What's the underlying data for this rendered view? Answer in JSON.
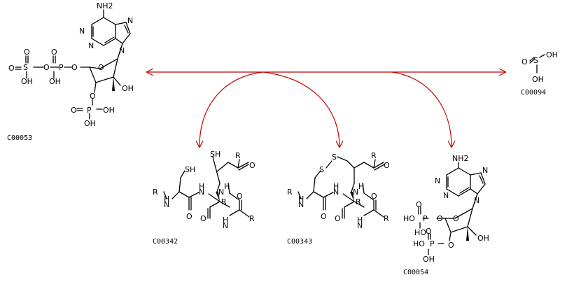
{
  "compounds": {
    "c00053": {
      "id": "C00053"
    },
    "c00094": {
      "id": "C00094"
    },
    "c00342": {
      "id": "C00342"
    },
    "c00343": {
      "id": "C00343"
    },
    "c00054": {
      "id": "C00054"
    }
  },
  "atoms": {
    "nh2": "NH2",
    "n": "N",
    "o": "O",
    "p": "P",
    "s": "S",
    "oh": "OH",
    "ho": "HO",
    "r": "R",
    "sh": "SH",
    "nh": "H"
  },
  "colors": {
    "arrow": "#c00000",
    "structure": "#000000"
  }
}
